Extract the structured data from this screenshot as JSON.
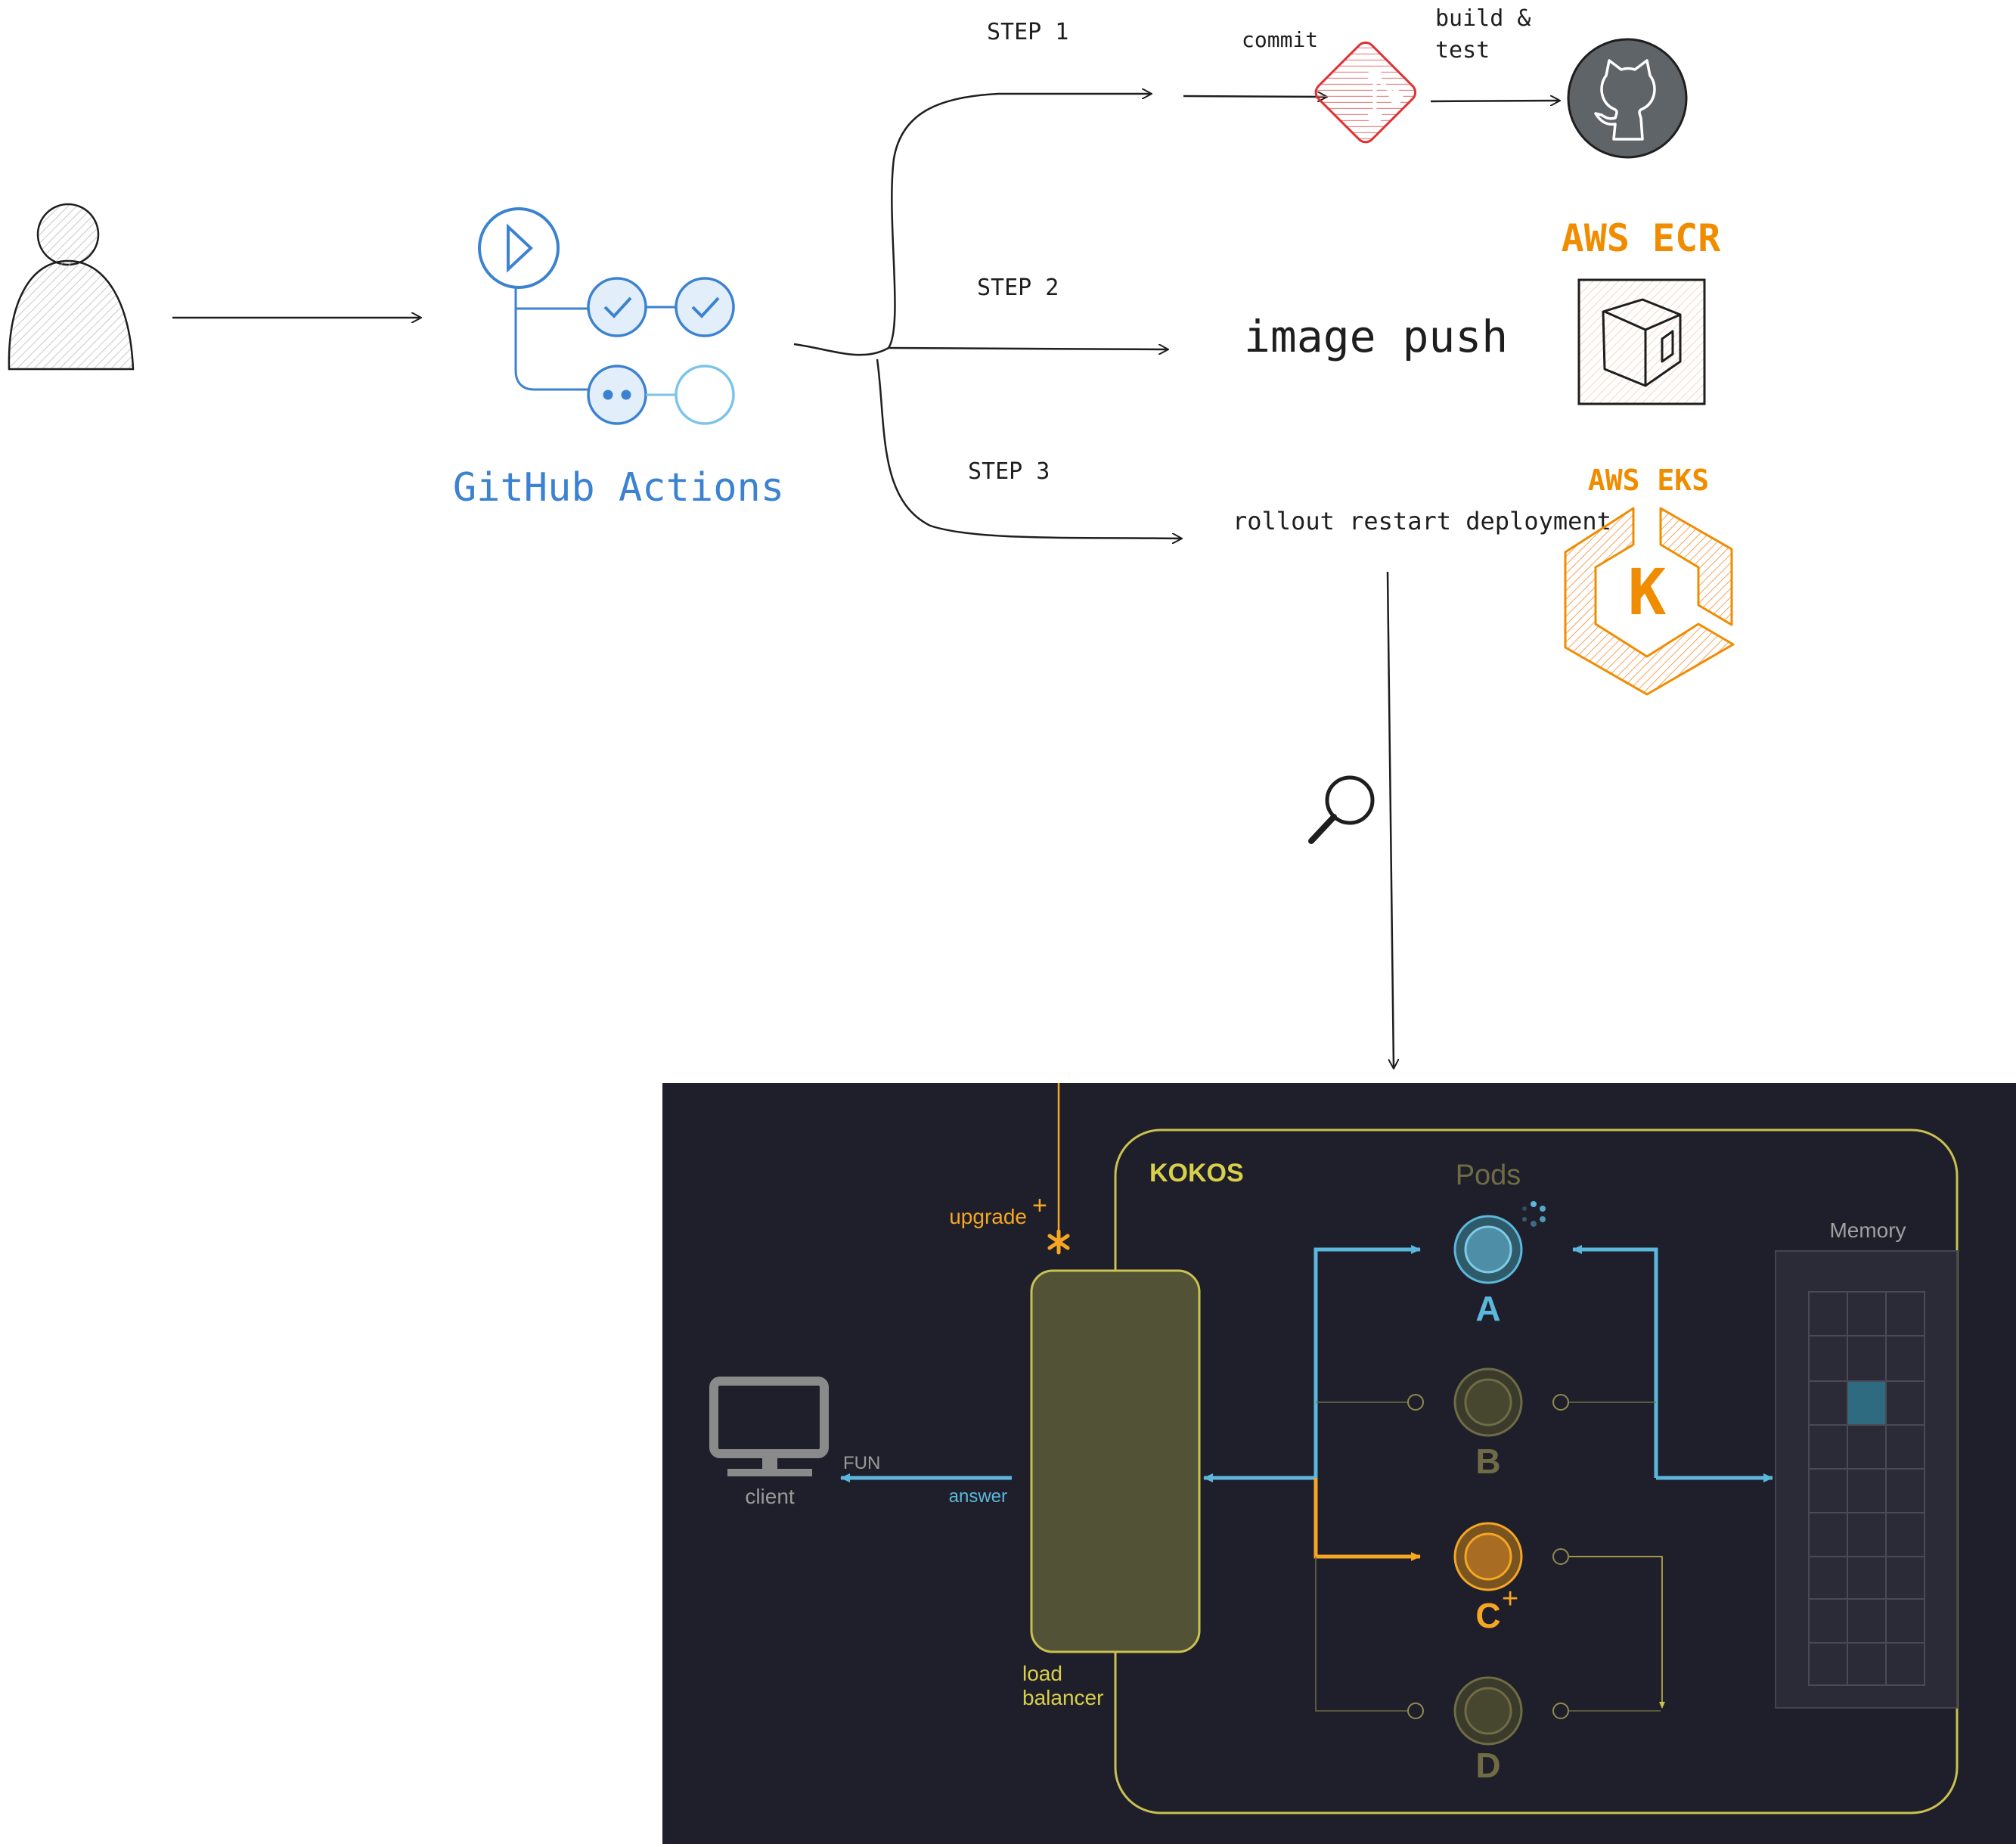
{
  "pipeline": {
    "tool_label": "GitHub Actions",
    "steps": [
      {
        "label": "STEP 1"
      },
      {
        "label": "STEP 2"
      },
      {
        "label": "STEP 3"
      }
    ],
    "step1": {
      "commit_label": "commit",
      "build_label_1": "build &",
      "build_label_2": "test"
    },
    "step2": {
      "action_label": "image push",
      "service_label": "AWS ECR"
    },
    "step3": {
      "action_label": "rollout restart deployment",
      "service_label": "AWS EKS",
      "eks_letter": "K"
    }
  },
  "cluster": {
    "title": "KOKOS",
    "pods_label": "Pods",
    "memory_label": "Memory",
    "upgrade_label": "upgrade",
    "upgrade_plus": "+",
    "lb_label_1": "load",
    "lb_label_2": "balancer",
    "fun_label": "FUN",
    "answer_label": "answer",
    "client_label": "client",
    "pods": [
      {
        "name": "A",
        "state": "active"
      },
      {
        "name": "B",
        "state": "idle"
      },
      {
        "name": "C",
        "plus": "+",
        "state": "upgrading"
      },
      {
        "name": "D",
        "state": "idle"
      }
    ]
  },
  "colors": {
    "ink": "#1e1e1e",
    "github_blue": "#3b82d0",
    "aws_orange": "#f08c00",
    "git_red": "#e03131",
    "dark_bg": "#1f1f2b",
    "cluster_yellow": "#c9c24f",
    "active_blue": "#5bb8dc",
    "pod_orange": "#f5a623",
    "muted": "#6f6c45"
  }
}
